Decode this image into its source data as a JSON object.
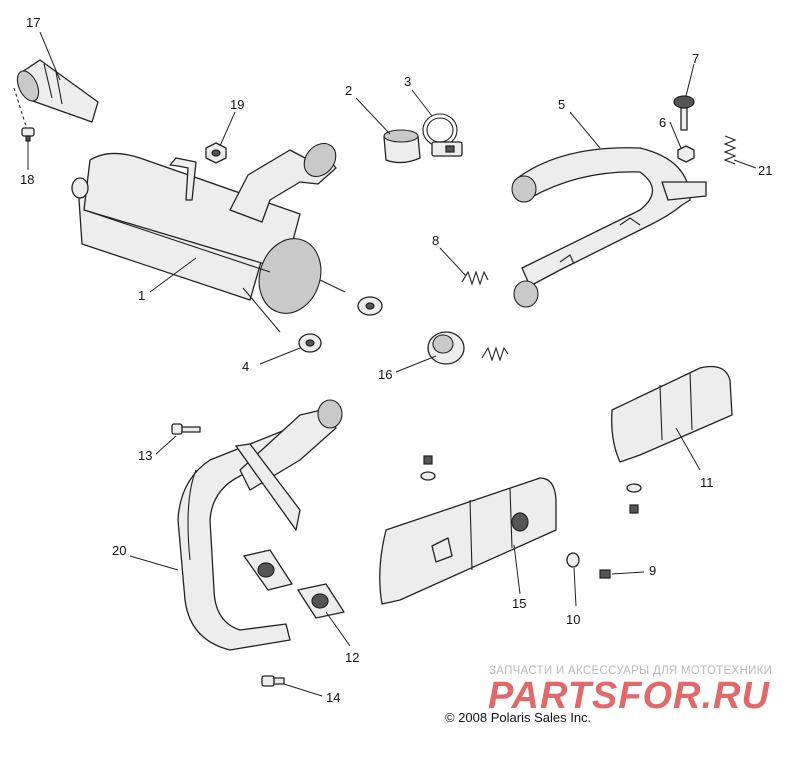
{
  "callouts": [
    {
      "id": "c1",
      "label": "1"
    },
    {
      "id": "c2",
      "label": "2"
    },
    {
      "id": "c3",
      "label": "3"
    },
    {
      "id": "c4",
      "label": "4"
    },
    {
      "id": "c5",
      "label": "5"
    },
    {
      "id": "c6",
      "label": "6"
    },
    {
      "id": "c7",
      "label": "7"
    },
    {
      "id": "c8",
      "label": "8"
    },
    {
      "id": "c9",
      "label": "9"
    },
    {
      "id": "c10",
      "label": "10"
    },
    {
      "id": "c11",
      "label": "11"
    },
    {
      "id": "c12",
      "label": "12"
    },
    {
      "id": "c13",
      "label": "13"
    },
    {
      "id": "c14",
      "label": "14"
    },
    {
      "id": "c15",
      "label": "15"
    },
    {
      "id": "c16",
      "label": "16"
    },
    {
      "id": "c17",
      "label": "17"
    },
    {
      "id": "c18",
      "label": "18"
    },
    {
      "id": "c19",
      "label": "19"
    },
    {
      "id": "c20",
      "label": "20"
    },
    {
      "id": "c21",
      "label": "21"
    }
  ],
  "watermark": {
    "tagline": "ЗАПЧАСТИ И АКСЕССУАРЫ ДЛЯ МОТОТЕХНИКИ",
    "brand": "PARTSFOR.RU"
  },
  "copyright": "© 2008 Polaris Sales Inc."
}
